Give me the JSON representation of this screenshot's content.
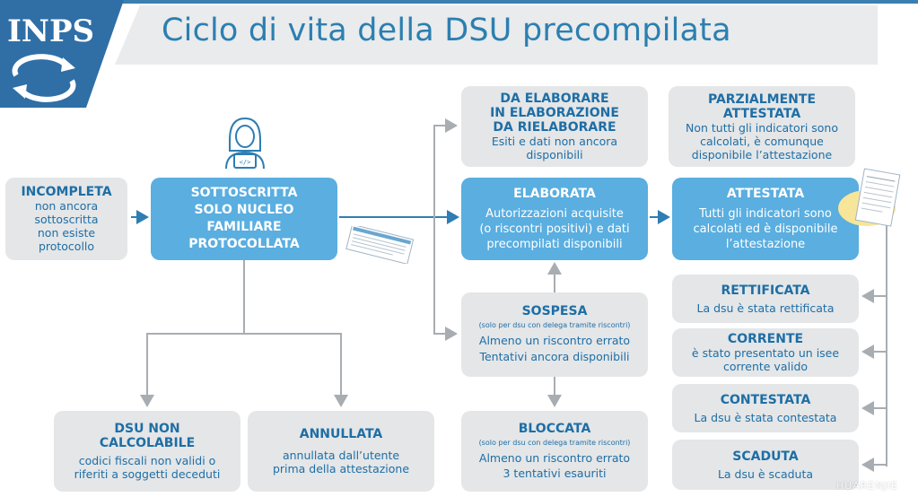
{
  "title": "Ciclo di vita della DSU precompilata",
  "logo": {
    "text": "INPS"
  },
  "colors": {
    "blue_box": "#5aaee0",
    "grey_box": "#e4e6e8",
    "title": "#2c7fb0",
    "arrow": "#2e7db3",
    "line": "#a8adb2"
  },
  "icons": {
    "person": "user-laptop-icon",
    "document": "document-icon",
    "logo": "inps-logo"
  },
  "boxes": {
    "incompleta": {
      "title": "INCOMPLETA",
      "lines": [
        "non ancora",
        "sottoscritta",
        "non esiste",
        "protocollo"
      ]
    },
    "sottoscritta": {
      "lines": [
        "SOTTOSCRITTA",
        "SOLO NUCLEO",
        "FAMILIARE",
        "PROTOCOLLATA"
      ]
    },
    "da_elaborare": {
      "title_lines": [
        "DA ELABORARE",
        "IN ELABORAZIONE",
        "DA RIELABORARE"
      ],
      "desc_lines": [
        "Esiti e dati non ancora",
        "disponibili"
      ]
    },
    "elaborata": {
      "title": "ELABORATA",
      "desc_lines": [
        "Autorizzazioni acquisite",
        "(o riscontri positivi) e dati",
        "precompilati disponibili"
      ]
    },
    "sospesa": {
      "title": "SOSPESA",
      "note": "(solo per dsu con delega tramite riscontri)",
      "desc_lines": [
        "Almeno un riscontro errato",
        "Tentativi ancora disponibili"
      ]
    },
    "bloccata": {
      "title": "BLOCCATA",
      "note": "(solo per dsu con delega tramite riscontri)",
      "desc_lines": [
        "Almeno un riscontro errato",
        "3 tentativi esauriti"
      ]
    },
    "parzialmente": {
      "title_lines": [
        "PARZIALMENTE",
        "ATTESTATA"
      ],
      "desc_lines": [
        "Non tutti gli indicatori sono",
        "calcolati, è comunque",
        "disponibile l’attestazione"
      ]
    },
    "attestata": {
      "title": "ATTESTATA",
      "desc_lines": [
        "Tutti gli indicatori sono",
        "calcolati ed è disponibile",
        "l’attestazione"
      ]
    },
    "rettificata": {
      "title": "RETTIFICATA",
      "desc": "La dsu è stata rettificata"
    },
    "corrente": {
      "title": "CORRENTE",
      "desc_lines": [
        "è stato presentato un isee",
        "corrente valido"
      ]
    },
    "contestata": {
      "title": "CONTESTATA",
      "desc": "La dsu è stata contestata"
    },
    "scaduta": {
      "title": "SCADUTA",
      "desc": "La dsu è scaduta"
    },
    "non_calcolabile": {
      "title_lines": [
        "DSU NON",
        "CALCOLABILE"
      ],
      "desc_lines": [
        "codici fiscali non validi o",
        "riferiti a soggetti deceduti"
      ]
    },
    "annullata": {
      "title": "ANNULLATA",
      "desc_lines": [
        "annullata dall’utente",
        "prima della attestazione"
      ]
    }
  },
  "watermark": {
    "text": "HUARENJIE"
  }
}
